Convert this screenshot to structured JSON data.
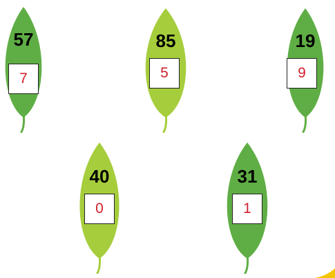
{
  "colors": {
    "leaf_dark": "#5fae45",
    "leaf_light": "#a6cd3b",
    "answer": "#d1202c"
  },
  "leaves": [
    {
      "number": "57",
      "answer": "7",
      "tone": "dark"
    },
    {
      "number": "85",
      "answer": "5",
      "tone": "light"
    },
    {
      "number": "19",
      "answer": "9",
      "tone": "dark"
    },
    {
      "number": "40",
      "answer": "0",
      "tone": "light"
    },
    {
      "number": "31",
      "answer": "1",
      "tone": "dark"
    }
  ]
}
